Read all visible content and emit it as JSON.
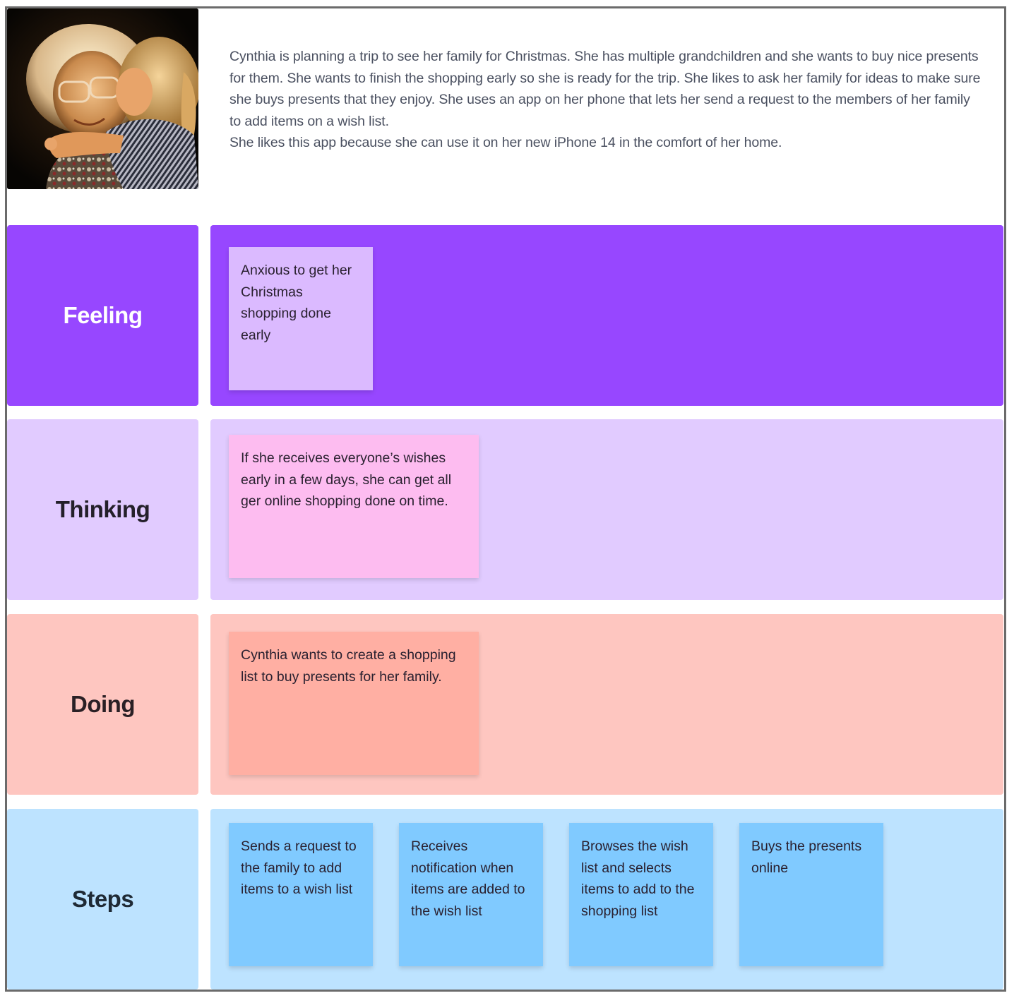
{
  "persona": {
    "photo_alt": "Grandmother hugging a young grandchild",
    "bio": [
      "Cynthia is planning a trip to see her family for Christmas. She has multiple grandchildren and she wants to buy nice presents for them. She wants to finish the shopping early so she is ready for the trip. She likes to ask her family for ideas to make sure she buys presents that they enjoy. She uses an app on her phone that lets her send a request to the members of her family to add items on a wish list.",
      "She likes this app because she can use it on her new iPhone 14 in the comfort of her home."
    ]
  },
  "rows": [
    {
      "key": "feeling",
      "label": "Feeling",
      "label_bg": "#9747ff",
      "label_color": "#ffffff",
      "content_bg": "#9747ff",
      "notes": [
        {
          "text": "Anxious to get her Christmas shopping done early",
          "bg": "#dbbaff"
        }
      ]
    },
    {
      "key": "thinking",
      "label": "Thinking",
      "label_bg": "#e1cbff",
      "label_color": "#24202a",
      "content_bg": "#e1cbff",
      "notes": [
        {
          "text": "If she receives everyone’s wishes early in a few days, she can get all ger online shopping done on time.",
          "bg": "#fdbcf0"
        }
      ]
    },
    {
      "key": "doing",
      "label": "Doing",
      "label_bg": "#fec6c0",
      "label_color": "#2a2025",
      "content_bg": "#fec6c0",
      "notes": [
        {
          "text": "Cynthia wants to create a shopping list to buy presents for her family.",
          "bg": "#ffafa3"
        }
      ]
    },
    {
      "key": "steps",
      "label": "Steps",
      "label_bg": "#bde3ff",
      "label_color": "#1f2a35",
      "content_bg": "#bde3ff",
      "notes": [
        {
          "text": "Sends a request to the family to add items to a wish list",
          "bg": "#80caff"
        },
        {
          "text": "Receives notification when items are added to the wish list",
          "bg": "#80caff"
        },
        {
          "text": "Browses the wish list and selects items to add to the shopping list",
          "bg": "#80caff"
        },
        {
          "text": "Buys the presents online",
          "bg": "#80caff"
        }
      ]
    }
  ]
}
